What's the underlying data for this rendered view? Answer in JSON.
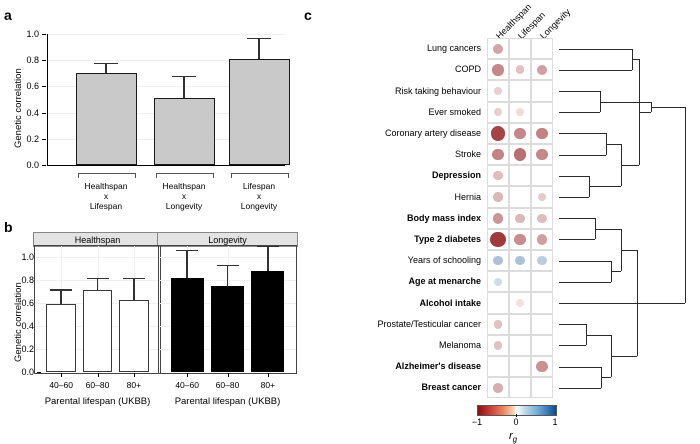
{
  "panels": {
    "a": {
      "letter": "a",
      "ylabel": "Genetic correlation",
      "yticks": [
        "0.0",
        "0.2",
        "0.4",
        "0.6",
        "0.8",
        "1.0"
      ],
      "categories": [
        {
          "l1": "Healthspan",
          "l2": "x",
          "l3": "Lifespan"
        },
        {
          "l1": "Healthspan",
          "l2": "x",
          "l3": "Longevity"
        },
        {
          "l1": "Lifespan",
          "l2": "x",
          "l3": "Longevity"
        }
      ]
    },
    "b": {
      "letter": "b",
      "ylabel": "Genetic correlation",
      "xlabel": "Parental lifespan (UKBB)",
      "yticks": [
        "0.0",
        "0.2",
        "0.4",
        "0.6",
        "0.8",
        "1.0"
      ],
      "strips": [
        "Healthspan",
        "Longevity"
      ],
      "xticks": [
        "40–60",
        "60–80",
        "80+"
      ]
    },
    "c": {
      "letter": "c",
      "columns": [
        "Healthspan",
        "Lifespan",
        "Longevity"
      ],
      "legend": {
        "min": "−1",
        "mid": "0",
        "max": "1",
        "title": "r",
        "sub": "g"
      }
    }
  },
  "chart_data": [
    {
      "type": "bar",
      "panel": "a",
      "title": "",
      "xlabel": "",
      "ylabel": "Genetic correlation",
      "ylim": [
        0.0,
        1.0
      ],
      "grid": true,
      "categories": [
        "Healthspan x Lifespan",
        "Healthspan x Longevity",
        "Lifespan x Longevity"
      ],
      "values": [
        0.7,
        0.51,
        0.81
      ],
      "err_upper": [
        0.78,
        0.68,
        0.97
      ],
      "bar_color": "#c9c9c9"
    },
    {
      "type": "bar",
      "panel": "b",
      "facet": "Healthspan",
      "xlabel": "Parental lifespan (UKBB)",
      "ylabel": "Genetic correlation",
      "ylim": [
        0.0,
        1.0
      ],
      "grid": true,
      "categories": [
        "40–60",
        "60–80",
        "80+"
      ],
      "values": [
        0.59,
        0.71,
        0.63
      ],
      "err_upper": [
        0.72,
        0.82,
        0.82
      ],
      "bar_color": "#ffffff"
    },
    {
      "type": "bar",
      "panel": "b",
      "facet": "Longevity",
      "xlabel": "Parental lifespan (UKBB)",
      "ylabel": "Genetic correlation",
      "ylim": [
        0.0,
        1.0
      ],
      "grid": true,
      "categories": [
        "40–60",
        "60–80",
        "80+"
      ],
      "values": [
        0.82,
        0.75,
        0.88
      ],
      "err_upper": [
        1.06,
        0.93,
        1.14
      ],
      "bar_color": "#000000"
    },
    {
      "type": "heatmap",
      "panel": "c",
      "title": "",
      "columns": [
        "Healthspan",
        "Lifespan",
        "Longevity"
      ],
      "legend_label": "rg",
      "legend_range": [
        -1,
        1
      ],
      "rows": [
        {
          "trait": "Lung cancers",
          "bold": false,
          "values": [
            -0.38,
            null,
            null
          ]
        },
        {
          "trait": "COPD",
          "bold": false,
          "values": [
            -0.5,
            -0.26,
            -0.4
          ]
        },
        {
          "trait": "Risk taking behaviour",
          "bold": false,
          "values": [
            -0.2,
            null,
            null
          ]
        },
        {
          "trait": "Ever smoked",
          "bold": false,
          "values": [
            -0.2,
            -0.14,
            null
          ]
        },
        {
          "trait": "Coronary artery disease",
          "bold": false,
          "values": [
            -0.78,
            -0.5,
            -0.52
          ]
        },
        {
          "trait": "Stroke",
          "bold": false,
          "values": [
            -0.52,
            -0.6,
            -0.5
          ]
        },
        {
          "trait": "Depression",
          "bold": true,
          "values": [
            -0.28,
            null,
            null
          ]
        },
        {
          "trait": "Hernia",
          "bold": false,
          "values": [
            -0.3,
            null,
            -0.22
          ]
        },
        {
          "trait": "Body mass index",
          "bold": true,
          "values": [
            -0.44,
            -0.3,
            -0.28
          ]
        },
        {
          "trait": "Type 2 diabetes",
          "bold": true,
          "values": [
            -0.82,
            -0.48,
            -0.4
          ]
        },
        {
          "trait": "Years of schooling",
          "bold": false,
          "values": [
            0.34,
            0.34,
            0.28
          ]
        },
        {
          "trait": "Age at menarche",
          "bold": true,
          "values": [
            0.2,
            null,
            null
          ]
        },
        {
          "trait": "Alcohol intake",
          "bold": true,
          "values": [
            null,
            -0.12,
            null
          ]
        },
        {
          "trait": "Prostate/Testicular cancer",
          "bold": false,
          "values": [
            -0.26,
            null,
            null
          ]
        },
        {
          "trait": "Melanoma",
          "bold": false,
          "values": [
            -0.26,
            null,
            null
          ]
        },
        {
          "trait": "Alzheimer's disease",
          "bold": true,
          "values": [
            null,
            null,
            -0.46
          ]
        },
        {
          "trait": "Breast cancer",
          "bold": true,
          "values": [
            -0.34,
            null,
            null
          ]
        }
      ]
    }
  ]
}
